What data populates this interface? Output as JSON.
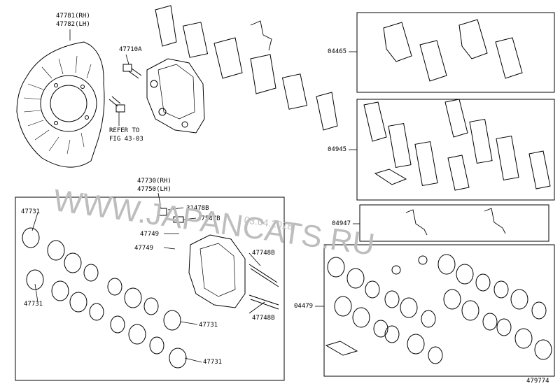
{
  "labels": {
    "p47781": "47781(RH)",
    "p47782": "47782(LH)",
    "p47710A": "47710A",
    "refer1": "REFER TO",
    "refer2": "FIG 43-03",
    "p47730": "47730(RH)",
    "p47750": "47750(LH)",
    "p31478B": "31478B",
    "p47547B": "47547B",
    "p47749a": "47749",
    "p47749b": "47749",
    "p47748Ba": "47748B",
    "p47748Bb": "47748B",
    "p47731a": "47731",
    "p47731b": "47731",
    "p47731c": "47731",
    "p47731d": "47731",
    "p04465": "04465",
    "p04945": "04945",
    "p04947": "04947",
    "p04479": "04479",
    "fig": "479774"
  },
  "watermark": {
    "site": "WWW.JAPANCATS.RU",
    "date": "03.04.2018"
  }
}
